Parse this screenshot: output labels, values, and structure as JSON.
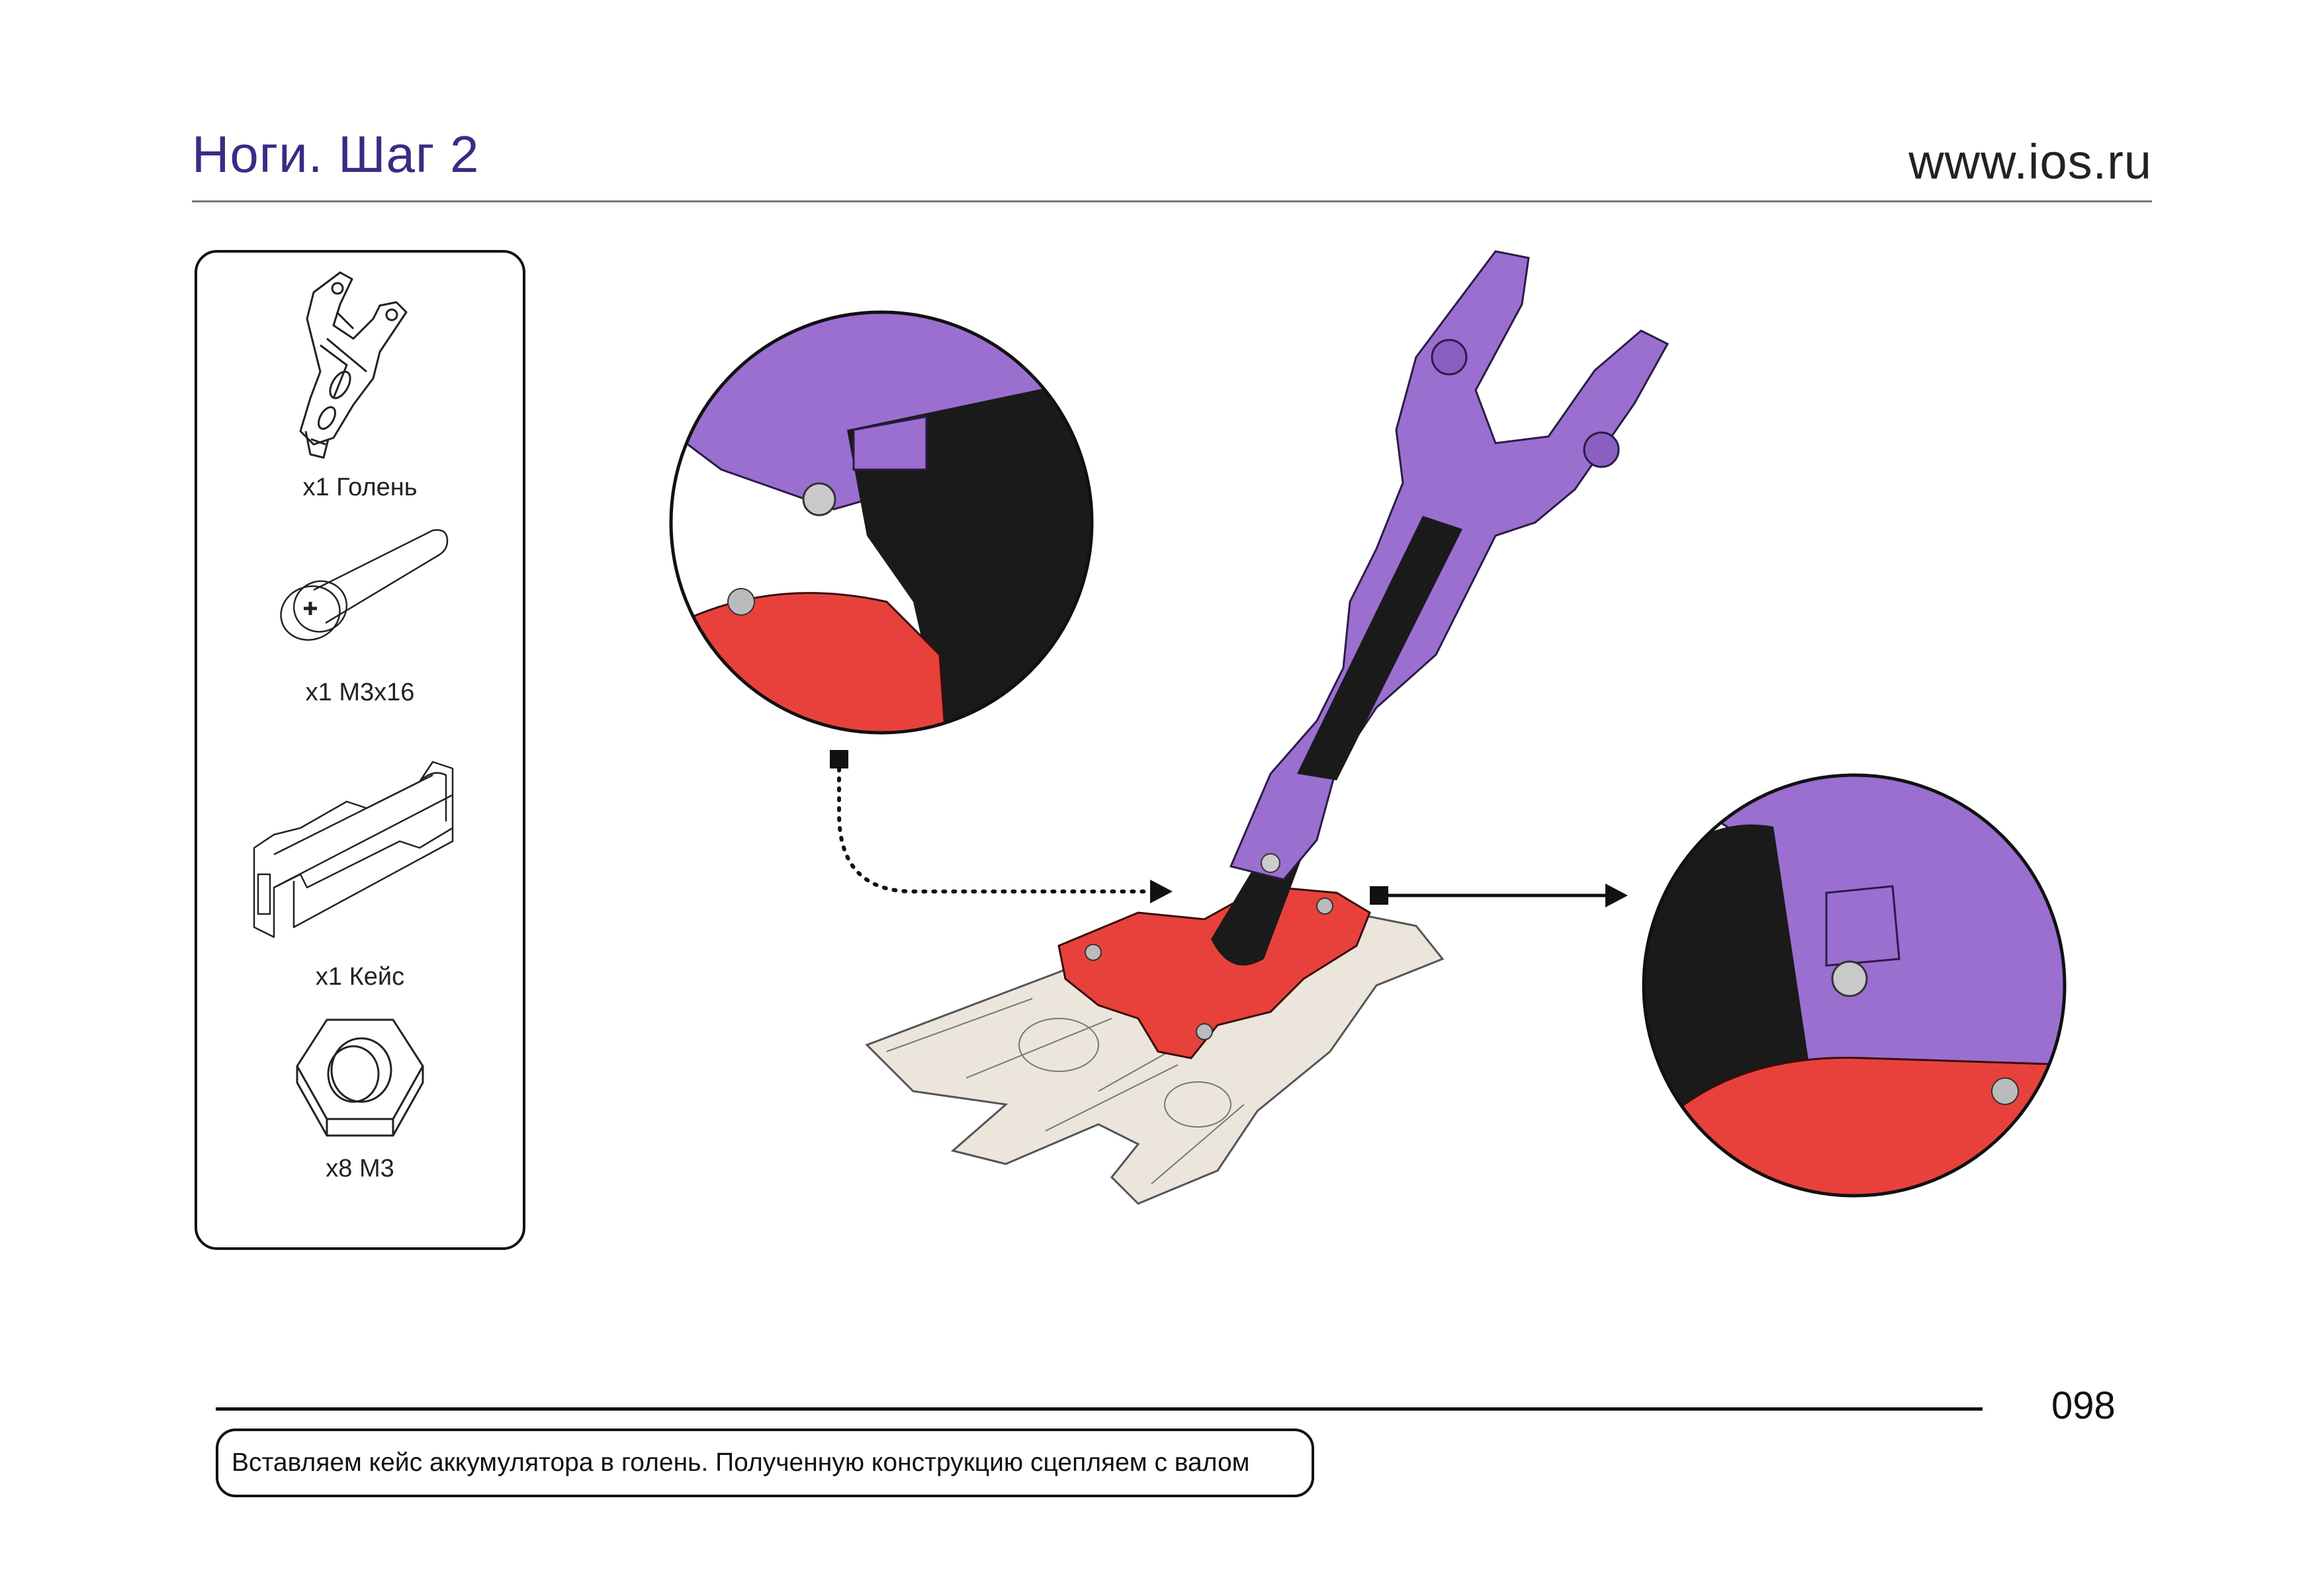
{
  "header": {
    "title": "Ноги. Шаг 2",
    "site": "www.ios.ru"
  },
  "parts": [
    {
      "icon": "shin-part-icon",
      "label": "x1 Голень"
    },
    {
      "icon": "screw-icon",
      "label": "x1 M3x16"
    },
    {
      "icon": "battery-case-icon",
      "label": "x1 Кейс"
    },
    {
      "icon": "hex-nut-icon",
      "label": "x8 M3"
    }
  ],
  "colors": {
    "title": "#3c2a84",
    "shin": "#9a6fd0",
    "core": "#1a1a1a",
    "mount": "#e8413c",
    "base": "#e8e2d8"
  },
  "footer": {
    "page_number": "098",
    "caption": "Вставляем кейс аккумулятора в голень. Полученную конструкцию сцепляем с валом"
  }
}
